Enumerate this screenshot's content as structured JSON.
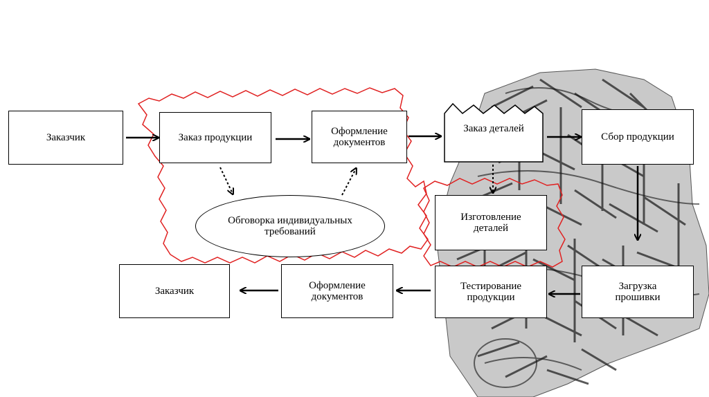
{
  "nodes": {
    "customer_start": "Заказчик",
    "order_products": "Заказ продукции",
    "docs_top": "Оформление\nдокументов",
    "order_parts": "Заказ деталей",
    "assembly": "Сбор продукции",
    "negotiation": "Обговорка индивидуальных\nтребований",
    "manufacture_parts": "Изготовление\nдеталей",
    "customer_end": "Заказчик",
    "docs_bottom": "Оформление\nдокументов",
    "testing": "Тестирование\nпродукции",
    "firmware": "Загрузка\nпрошивки"
  },
  "colors": {
    "highlight_outline": "#e02020",
    "stroke": "#000000",
    "sketch": "#333333"
  }
}
